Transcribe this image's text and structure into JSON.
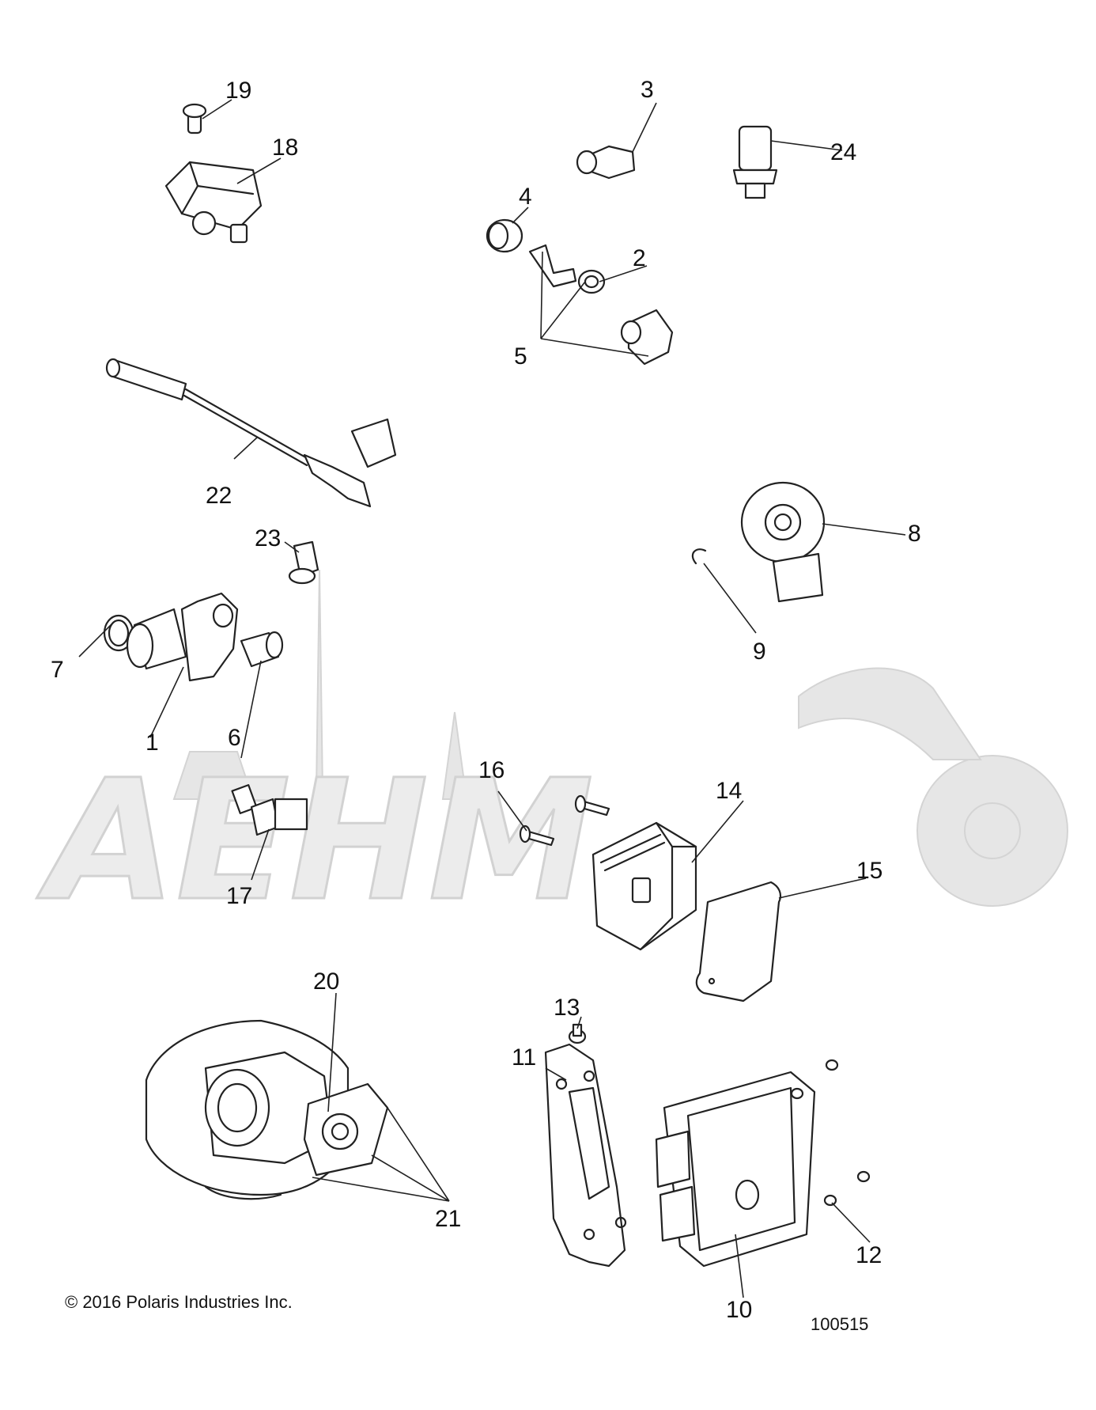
{
  "copyright": "© 2016 Polaris Industries Inc.",
  "drawing_number": "100515",
  "callouts": [
    "1",
    "2",
    "3",
    "4",
    "5",
    "6",
    "7",
    "8",
    "9",
    "10",
    "11",
    "12",
    "13",
    "14",
    "15",
    "16",
    "17",
    "18",
    "19",
    "20",
    "21",
    "22",
    "23",
    "24"
  ],
  "watermark_text": "AEHM",
  "colors": {
    "line": "#222222",
    "watermark": "#e6e6e6"
  }
}
